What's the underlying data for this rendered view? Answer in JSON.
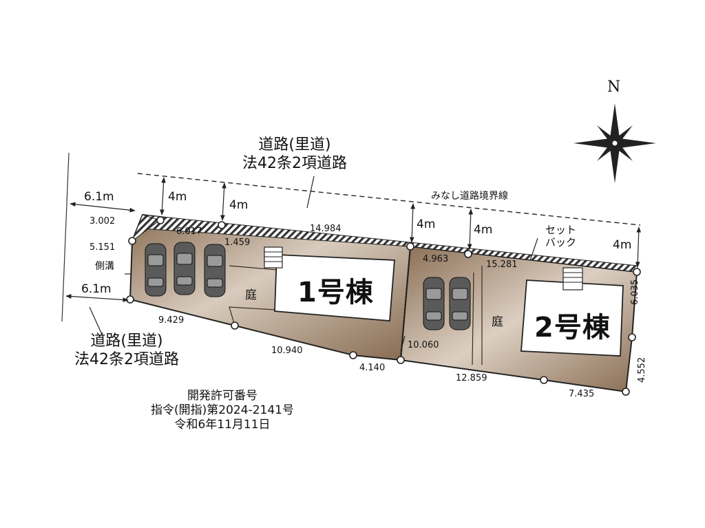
{
  "map": {
    "north_label": "N",
    "road_top": {
      "line1": "道路(里道)",
      "line2": "法42条2項道路"
    },
    "road_bottom": {
      "line1": "道路(里道)",
      "line2": "法42条2項道路"
    },
    "boundary_label": "みなし道路境界線",
    "setback_label": {
      "line1": "セット",
      "line2": "バック"
    },
    "gutter_label": "側溝",
    "buildings": {
      "b1": "1号棟",
      "b2": "2号棟"
    },
    "garden_label": "庭",
    "distances": {
      "road_width_top": "6.1m",
      "road_width_bottom": "6.1m",
      "setback_1": "4m",
      "setback_2": "4m",
      "setback_3": "4m",
      "setback_4": "4m",
      "setback_5": "4m"
    },
    "dimensions": {
      "d3002": "3.002",
      "d5151": "5.151",
      "d6017": "6.017",
      "d1459": "1.459",
      "d14984": "14.984",
      "d4963": "4.963",
      "d15281": "15.281",
      "d6035": "6.035",
      "d4552": "4.552",
      "d7435": "7.435",
      "d12859": "12.859",
      "d10060": "10.060",
      "d4140": "4.140",
      "d10940": "10.940",
      "d9429": "9.429"
    },
    "permit": {
      "line1": "開発許可番号",
      "line2": "指令(開指)第2024-2141号",
      "line3": "令和6年11月11日"
    }
  }
}
